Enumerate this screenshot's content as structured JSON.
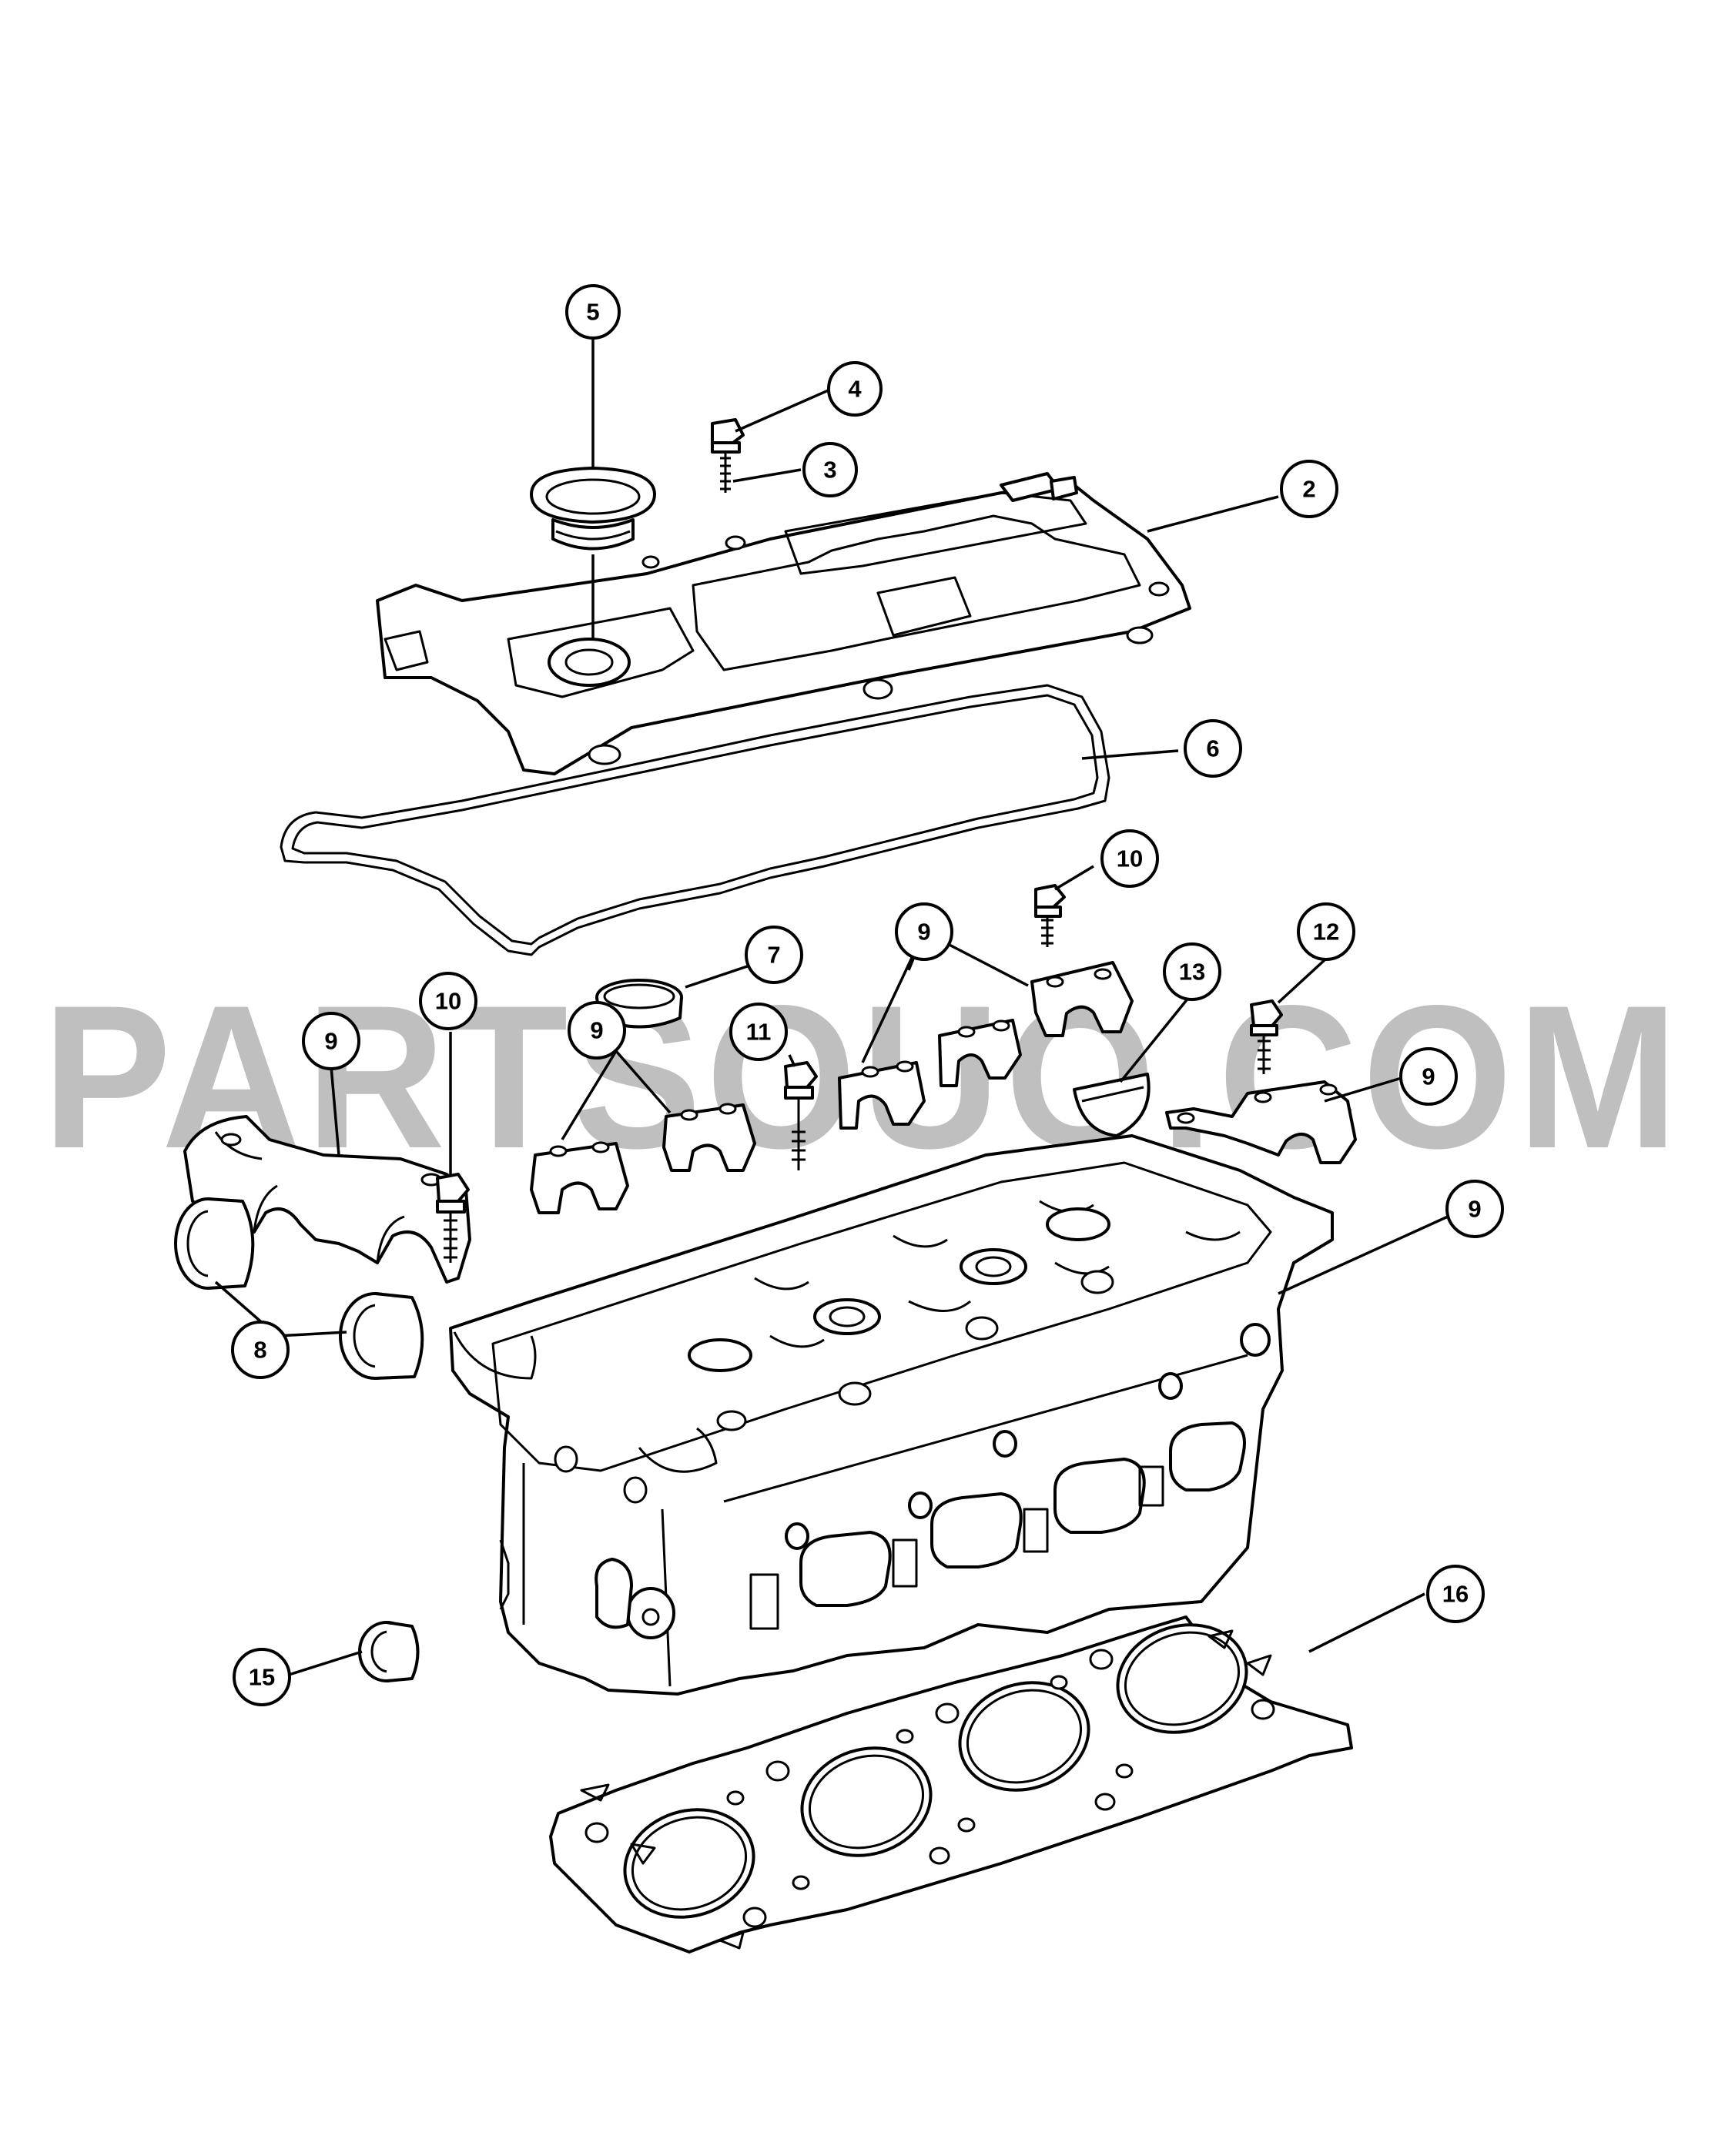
{
  "watermark": {
    "text": "PARTSOUQ.COM",
    "color": "#bdbdbd"
  },
  "callouts": [
    {
      "id": "c5",
      "label": "5"
    },
    {
      "id": "c4",
      "label": "4"
    },
    {
      "id": "c3",
      "label": "3"
    },
    {
      "id": "c2",
      "label": "2"
    },
    {
      "id": "c6",
      "label": "6"
    },
    {
      "id": "c10a",
      "label": "10"
    },
    {
      "id": "c9a",
      "label": "9"
    },
    {
      "id": "c7",
      "label": "7"
    },
    {
      "id": "c12",
      "label": "12"
    },
    {
      "id": "c13",
      "label": "13"
    },
    {
      "id": "c10b",
      "label": "10"
    },
    {
      "id": "c9b",
      "label": "9"
    },
    {
      "id": "c11",
      "label": "11"
    },
    {
      "id": "c9c",
      "label": "9"
    },
    {
      "id": "c9d",
      "label": "9"
    },
    {
      "id": "c9e",
      "label": "9"
    },
    {
      "id": "c8",
      "label": "8"
    },
    {
      "id": "c15",
      "label": "15"
    },
    {
      "id": "c16",
      "label": "16"
    }
  ],
  "parts": [
    {
      "ref": "2",
      "name": "cylinder-head-cover"
    },
    {
      "ref": "3",
      "name": "stud"
    },
    {
      "ref": "4",
      "name": "bolt"
    },
    {
      "ref": "5",
      "name": "oil-filler-cap"
    },
    {
      "ref": "6",
      "name": "cover-gasket"
    },
    {
      "ref": "7",
      "name": "spark-plug-tube-seal"
    },
    {
      "ref": "8",
      "name": "camshaft-seal"
    },
    {
      "ref": "9",
      "name": "camshaft-bearing-cap"
    },
    {
      "ref": "10",
      "name": "bearing-cap-bolt"
    },
    {
      "ref": "11",
      "name": "bolt"
    },
    {
      "ref": "12",
      "name": "bolt"
    },
    {
      "ref": "13",
      "name": "plug"
    },
    {
      "ref": "15",
      "name": "seal"
    },
    {
      "ref": "16",
      "name": "cylinder-head-gasket"
    }
  ]
}
